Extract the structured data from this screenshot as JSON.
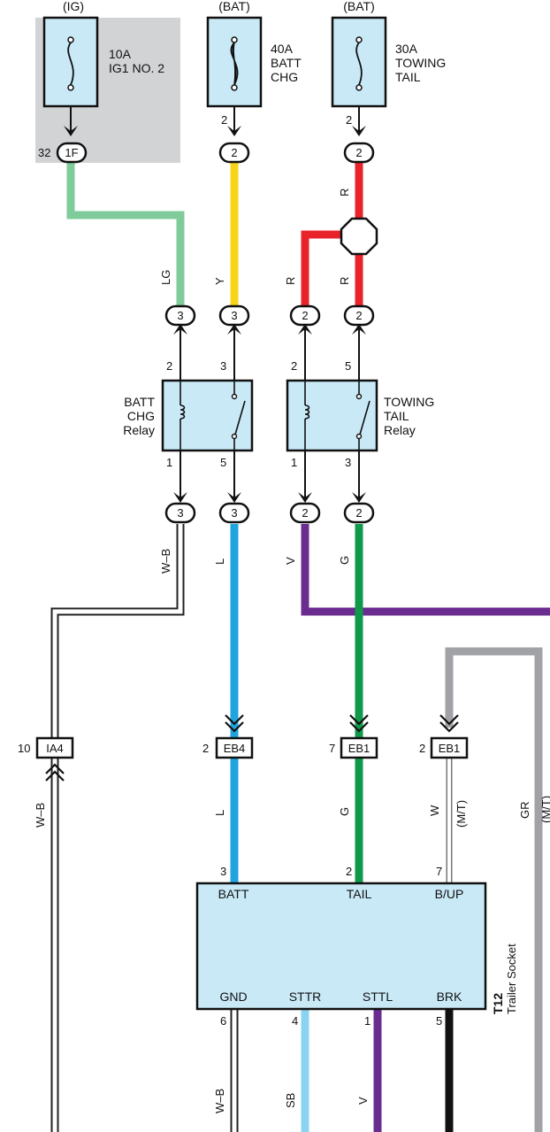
{
  "fuses": [
    {
      "source": "(IG)",
      "amp": "10A",
      "name": [
        "IG1 NO. 2"
      ],
      "pin": "32",
      "conn": "1F"
    },
    {
      "source": "(BAT)",
      "amp": "40A",
      "name": [
        "BATT",
        "CHG"
      ],
      "pin": "2",
      "conn": "2"
    },
    {
      "source": "(BAT)",
      "amp": "30A",
      "name": [
        "TOWING",
        "TAIL"
      ],
      "pin": "2",
      "conn": "2"
    }
  ],
  "wires": {
    "w1": "LG",
    "w2": "Y",
    "w3a": "R",
    "w3b": "R",
    "w3c": "R",
    "w5": "W–B",
    "w6": "L",
    "w7": "V",
    "w8": "G",
    "w9": "W–B",
    "w10": "L",
    "w11": "G",
    "w12": "W",
    "w12b": "(M/T)",
    "w13": "GR",
    "w13b": "(M/T)",
    "w14": "W–B",
    "w15": "SB",
    "w16": "V"
  },
  "relays": [
    {
      "name": [
        "BATT",
        "CHG",
        "Relay"
      ],
      "pins": {
        "tl": "2",
        "tr": "3",
        "bl": "1",
        "br": "5"
      },
      "top_conn": [
        "3",
        "3"
      ],
      "bottom_conn": [
        "3",
        "3"
      ]
    },
    {
      "name": [
        "TOWING",
        "TAIL",
        "Relay"
      ],
      "pins": {
        "tl": "2",
        "tr": "5",
        "bl": "1",
        "br": "3"
      },
      "top_conn": [
        "2",
        "2"
      ],
      "bottom_conn": [
        "2",
        "2"
      ]
    }
  ],
  "connectors": [
    {
      "id": "IA4",
      "pin": "10"
    },
    {
      "id": "EB4",
      "pin": "2"
    },
    {
      "id": "EB1",
      "pin": "7"
    },
    {
      "id": "EB1",
      "pin": "2"
    }
  ],
  "socket": {
    "code": "T12",
    "name": "Trailer Socket",
    "top_terms": [
      {
        "pin": "3",
        "label": "BATT"
      },
      {
        "pin": "2",
        "label": "TAIL"
      },
      {
        "pin": "7",
        "label": "B/UP"
      }
    ],
    "bottom_terms": [
      {
        "pin": "6",
        "label": "GND"
      },
      {
        "pin": "4",
        "label": "STTR"
      },
      {
        "pin": "1",
        "label": "STTL"
      },
      {
        "pin": "5",
        "label": "BRK"
      }
    ]
  },
  "colors": {
    "LG": "#7fcb9a",
    "Y": "#f7d417",
    "R": "#e8232a",
    "L": "#1fa4e0",
    "V": "#6a2d8f",
    "G": "#0f9a4a",
    "GR": "#a0a2a5",
    "SB": "#8ad4f2",
    "B": "#111111",
    "box": "#c9e9f7",
    "gray_area": "#d2d3d5"
  }
}
